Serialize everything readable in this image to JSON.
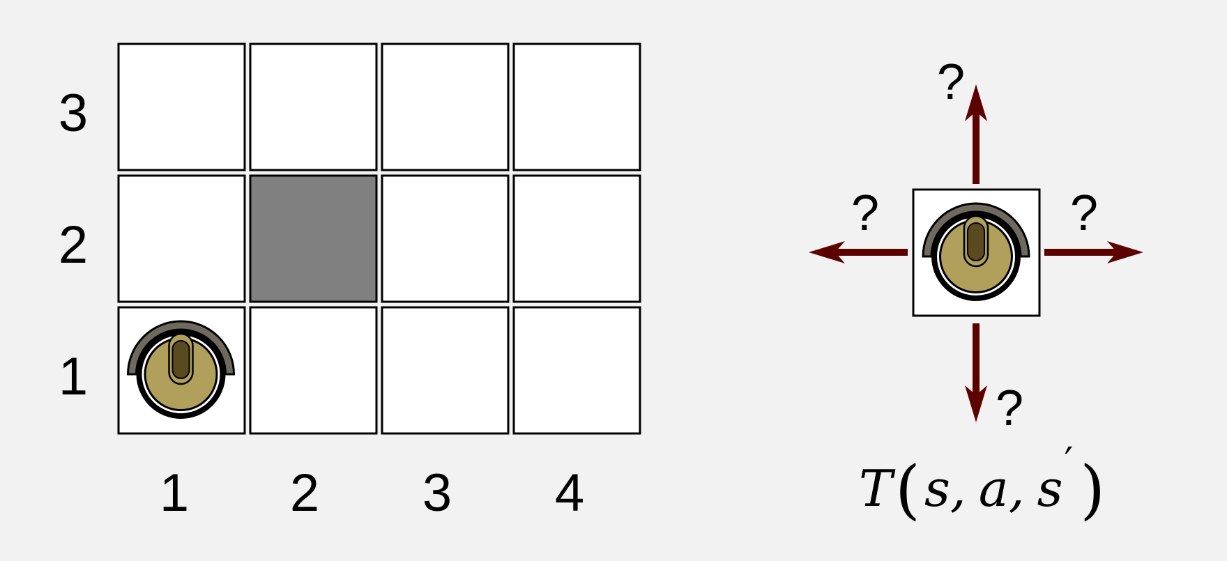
{
  "grid": {
    "cols": 4,
    "rows": 3,
    "wall_cells": [
      [
        2,
        2
      ]
    ],
    "agent_cell": [
      1,
      1
    ],
    "x_labels": [
      "1",
      "2",
      "3",
      "4"
    ],
    "y_labels": [
      "3",
      "2",
      "1"
    ]
  },
  "transition": {
    "question_up": "?",
    "question_left": "?",
    "question_right": "?",
    "question_down": "?",
    "formula": {
      "func": "T",
      "open_paren": "(",
      "arg_s": "s",
      "comma1": ",",
      "arg_a": "a",
      "comma2": ",",
      "arg_s2": "s",
      "prime": "′",
      "close_paren": ")"
    }
  },
  "colors": {
    "background": "#f2f2f2",
    "cell": "#ffffff",
    "wall": "#808080",
    "arrow": "#5c0000",
    "robot_body": "#b0a05c",
    "robot_cap": "#6e6a5e",
    "robot_eye": "#5a4a20"
  }
}
